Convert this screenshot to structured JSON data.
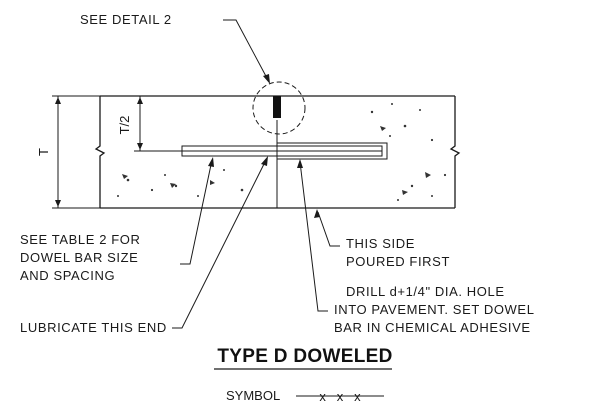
{
  "labels": {
    "see_detail": "SEE DETAIL 2",
    "dim_t_half": "T/2",
    "dim_t": "T",
    "table_ref": [
      "SEE TABLE 2 FOR",
      "DOWEL BAR SIZE",
      "AND SPACING"
    ],
    "lubricate": "LUBRICATE THIS END",
    "this_side": [
      "THIS SIDE",
      "POURED FIRST"
    ],
    "drill": [
      "DRILL d+1/4\" DIA. HOLE",
      "INTO PAVEMENT. SET DOWEL",
      "BAR IN CHEMICAL ADHESIVE"
    ]
  },
  "title": "TYPE D DOWELED",
  "symbol": {
    "label": "SYMBOL",
    "marks": "x   x   x"
  }
}
